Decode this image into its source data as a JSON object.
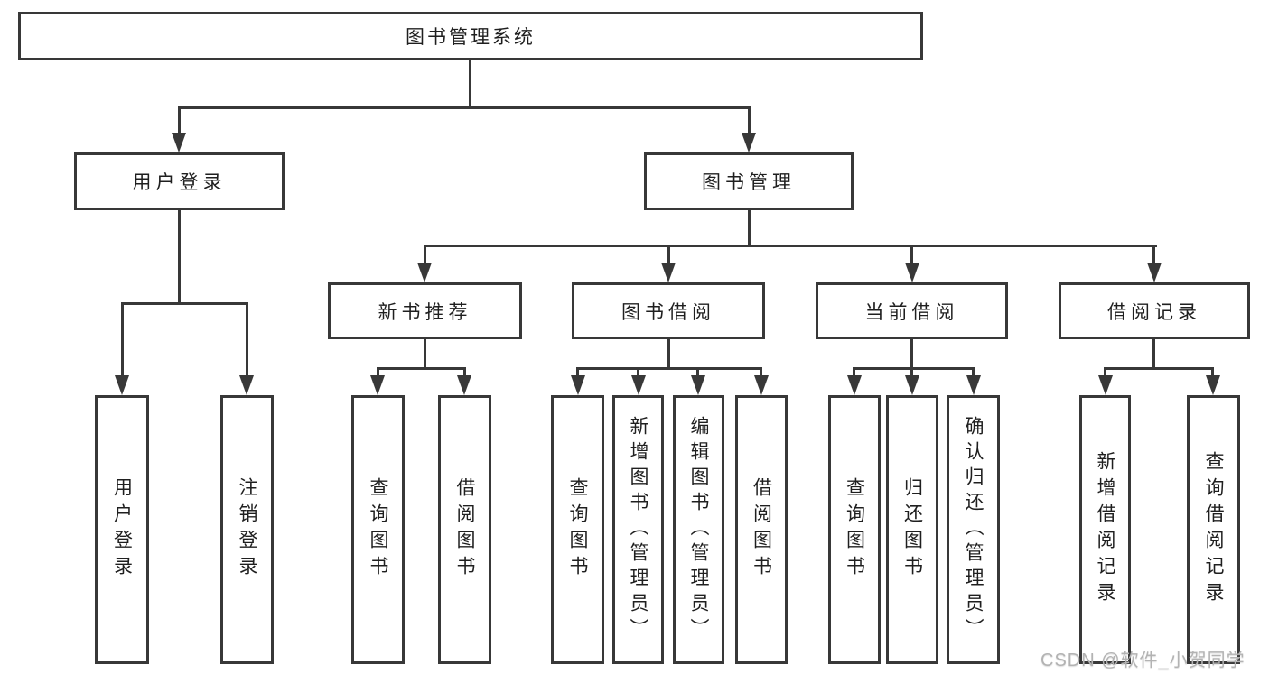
{
  "title": "图书管理系统",
  "branches": [
    {
      "label": "用户登录",
      "children": [
        {
          "label": "用户登录"
        },
        {
          "label": "注销登录"
        }
      ]
    },
    {
      "label": "图书管理",
      "groups": [
        {
          "label": "新书推荐",
          "children": [
            {
              "label": "查询图书"
            },
            {
              "label": "借阅图书"
            }
          ]
        },
        {
          "label": "图书借阅",
          "children": [
            {
              "label": "查询图书"
            },
            {
              "label": "新增图书（管理员）"
            },
            {
              "label": "编辑图书（管理员）"
            },
            {
              "label": "借阅图书"
            }
          ]
        },
        {
          "label": "当前借阅",
          "children": [
            {
              "label": "查询图书"
            },
            {
              "label": "归还图书"
            },
            {
              "label": "确认归还（管理员）"
            }
          ]
        },
        {
          "label": "借阅记录",
          "children": [
            {
              "label": "新增借阅记录"
            },
            {
              "label": "查询借阅记录"
            }
          ]
        }
      ]
    }
  ],
  "watermark": {
    "text": "CSDN @软件_小贺同学"
  },
  "colors": {
    "line": "#383838",
    "box_bg": "#ffffff",
    "text": "#1f1f1f",
    "watermark": "#b3b3b3"
  }
}
